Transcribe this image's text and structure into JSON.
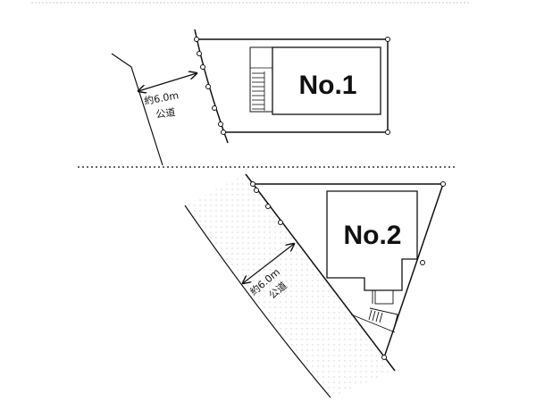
{
  "lots": [
    {
      "label": "No.1",
      "road_width": "約6.0m",
      "road_type": "公道"
    },
    {
      "label": "No.2",
      "road_width": "約6.0m",
      "road_type": "公道"
    }
  ],
  "colors": {
    "line": "#111111",
    "road_dots": "#bbbbbb"
  }
}
